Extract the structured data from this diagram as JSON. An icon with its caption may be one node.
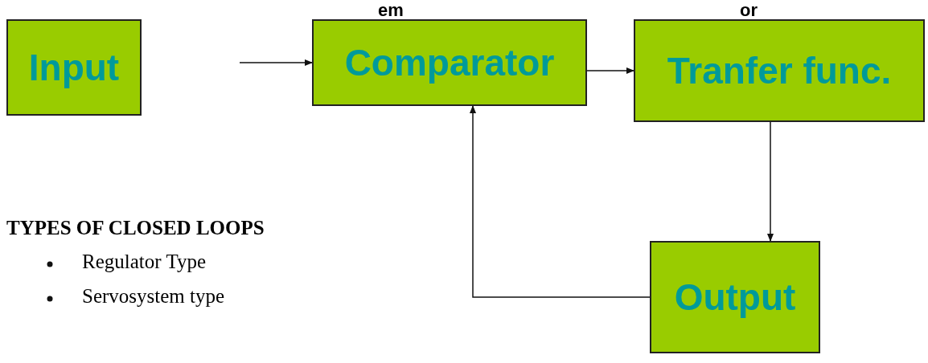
{
  "diagram": {
    "nodes": [
      {
        "text": [
          "Input"
        ]
      },
      {
        "text": [
          "Comparator"
        ]
      },
      {
        "text": [
          "Tranfer func."
        ]
      },
      {
        "text": [
          "Output"
        ]
      }
    ],
    "edges": [
      {
        "from": null,
        "to": 1,
        "arrow": "to"
      },
      {
        "from": 1,
        "to": 2,
        "arrow": "to"
      },
      {
        "from": 2,
        "to": 3,
        "arrow": "to"
      },
      {
        "from": 3,
        "to": 1,
        "arrow": "to"
      }
    ],
    "labels": [
      "em",
      "or",
      "TYPES OF CLOSED LOOPS",
      "Regulator Type",
      "Servosystem type"
    ]
  }
}
